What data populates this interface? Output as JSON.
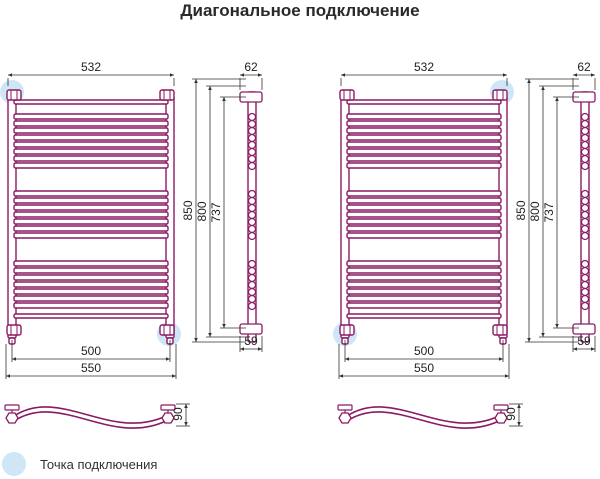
{
  "title": "Диагональное подключение",
  "legend": {
    "label": "Точка подключения",
    "dot_color": "#cfe6f6"
  },
  "colors": {
    "tube": "#8a1a63",
    "tube_fill": "#ffffff",
    "line": "#333333",
    "marker": "#cfe6f6"
  },
  "views": [
    {
      "connection": "top-left / bottom-right",
      "width_overall": "532",
      "pipe_spacing": "500",
      "width_with_fittings": "550",
      "height_overall": "850",
      "height_axis": "800",
      "height_inner": "737",
      "depth_top": "62",
      "depth_bottom": "59",
      "depth_top_view": "90"
    },
    {
      "connection": "top-right / bottom-left",
      "width_overall": "532",
      "pipe_spacing": "500",
      "width_with_fittings": "550",
      "height_overall": "850",
      "height_axis": "800",
      "height_inner": "737",
      "depth_top": "62",
      "depth_bottom": "59",
      "depth_top_view": "90"
    }
  ]
}
